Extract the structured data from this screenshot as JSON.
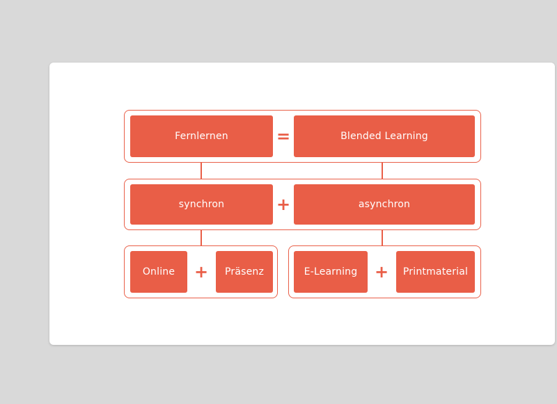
{
  "colors": {
    "accent": "#e95e47",
    "background": "#d9d9d9",
    "card": "#ffffff"
  },
  "row1": {
    "left": "Fernlernen",
    "operator": "=",
    "right": "Blended Learning"
  },
  "row2": {
    "left": "synchron",
    "operator": "+",
    "right": "asynchron"
  },
  "row3": {
    "left_group": {
      "left": "Online",
      "operator": "+",
      "right": "Präsenz"
    },
    "right_group": {
      "left": "E-Learning",
      "operator": "+",
      "right": "Printmaterial"
    }
  }
}
